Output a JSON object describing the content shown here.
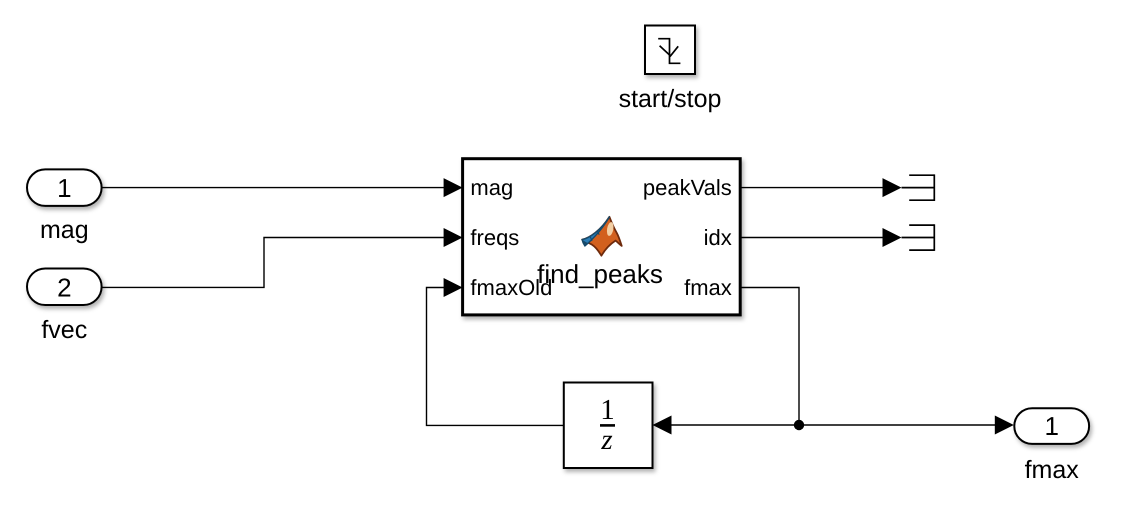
{
  "diagram": {
    "background_color": "#ffffff",
    "wire_color": "#000000",
    "blocks": {
      "start_stop": {
        "label": "start/stop",
        "icon": "falling-edge-trigger-icon"
      },
      "inport_mag": {
        "port_number": "1",
        "name": "mag"
      },
      "inport_fvec": {
        "port_number": "2",
        "name": "fvec"
      },
      "find_peaks": {
        "name": "find_peaks",
        "type": "MATLAB Function",
        "input_ports": [
          "mag",
          "freqs",
          "fmaxOld"
        ],
        "output_ports": [
          "peakVals",
          "idx",
          "fmax"
        ],
        "logo_colors": {
          "orange": "#d2601e",
          "outline": "#6f2a0b",
          "blue": "#2e7cb6",
          "blue_dark": "#14405f",
          "highlight": "#f6d0a5"
        }
      },
      "unit_delay": {
        "numerator": "1",
        "denominator": "z"
      },
      "outport_fmax": {
        "port_number": "1",
        "name": "fmax"
      }
    }
  }
}
